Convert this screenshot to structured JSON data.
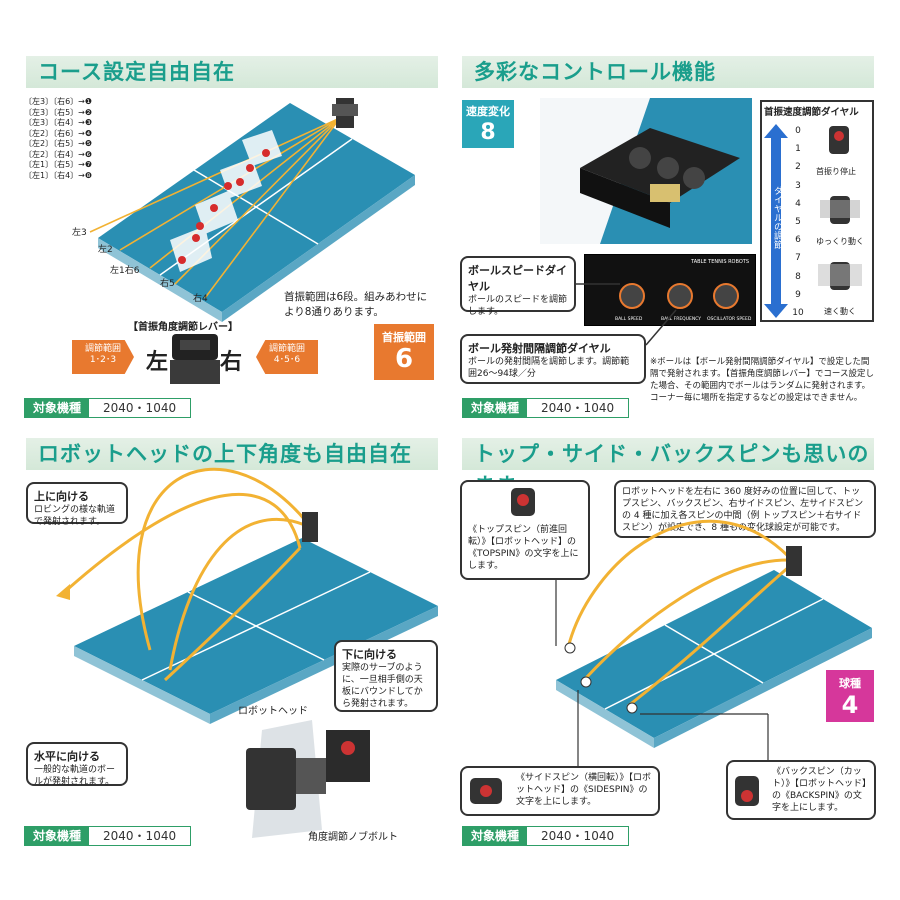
{
  "q1": {
    "title": "コース設定自由自在",
    "legend": [
      "〔左3〕〔右6〕→❶",
      "〔左3〕〔右5〕→❷",
      "〔左3〕〔右4〕→❸",
      "〔左2〕〔右6〕→❹",
      "〔左2〕〔右5〕→❺",
      "〔左2〕〔右4〕→❻",
      "〔左1〕〔右5〕→❼",
      "〔左1〕〔右4〕→❽"
    ],
    "lane_labels": [
      "左3",
      "左2",
      "左1右6",
      "右5",
      "右4"
    ],
    "swing_note": "首振範囲は6段。組みあわせにより8通りあります。",
    "lever_title": "【首振角度調節レバー】",
    "left_range": "調節範囲\n1･2･3",
    "left_char": "左",
    "right_char": "右",
    "right_range": "調節範囲\n4･5･6",
    "badge_title": "首振範囲",
    "badge_num": "6",
    "model_label": "対象機種",
    "model_value": "2040・1040"
  },
  "q2": {
    "title": "多彩なコントロール機能",
    "badge_title": "速度変化",
    "badge_num": "8",
    "dial_title": "首振速度調節ダイヤル",
    "dial_numbers": [
      "0",
      "1",
      "2",
      "3",
      "4",
      "5",
      "6",
      "7",
      "8",
      "9",
      "10"
    ],
    "dial_axis": "ダイヤルの調節",
    "dial_states": [
      "首振り停止",
      "ゆっくり動く",
      "速く動く"
    ],
    "speed_title": "ボールスピードダイヤル",
    "speed_desc": "ボールのスピードを調節します。",
    "interval_title": "ボール発射間隔調節ダイヤル",
    "interval_desc": "ボールの発射間隔を調節します。調節範囲26〜94球／分",
    "panel_labels": [
      "BALL SPEED",
      "BALL FREQUENCY",
      "OSCILLATOR SPEED"
    ],
    "panel_top": "TABLE TENNIS ROBOTS",
    "note": "※ボールは【ボール発射間隔調節ダイヤル】で設定した間隔で発射されます。【首振角度調節レバー】でコース設定した場合、その範囲内でボールはランダムに発射されます。コーナー毎に場所を指定するなどの設定はできません。",
    "model_label": "対象機種",
    "model_value": "2040・1040"
  },
  "q3": {
    "title": "ロボットヘッドの上下角度も自由自在",
    "up_title": "上に向ける",
    "up_desc": "ロビングの様な軌道で発射されます。",
    "down_title": "下に向ける",
    "down_desc": "実際のサーブのように、一旦相手側の天板にバウンドしてから発射されます。",
    "flat_title": "水平に向ける",
    "flat_desc": "一般的な軌道のボールが発射されます。",
    "head_label": "ロボットヘッド",
    "knob_label": "角度調節ノブボルト",
    "model_label": "対象機種",
    "model_value": "2040・1040"
  },
  "q4": {
    "title": "トップ・サイド・バックスピンも思いのまま",
    "top_desc": "《トップスピン（前進回転）》【ロボットヘッド】の《TOPSPIN》の文字を上にします。",
    "main_desc": "ロボットヘッドを左右に 360 度好みの位置に回して、トップスピン、バックスピン、右サイドスピン、左サイドスピンの 4 種に加え各スピンの中間（例 トップスピン＋右サイドスピン）が設定でき、8 種もの変化球設定が可能です。",
    "side_desc": "《サイドスピン（横回転）》【ロボットヘッド】の《SIDESPIN》の文字を上にします。",
    "back_desc": "《バックスピン（カット）》【ロボットヘッド】の《BACKSPIN》の文字を上にします。",
    "badge_title": "球種",
    "badge_num": "4",
    "model_label": "対象機種",
    "model_value": "2040・1040"
  },
  "colors": {
    "table": "#2a8fb3",
    "title_green": "#1a9e8c",
    "orange": "#e8792f",
    "teal_badge": "#2aa6b8",
    "magenta": "#d6379b",
    "arrow_yellow": "#f2b233",
    "label_green": "#2e9e67"
  }
}
